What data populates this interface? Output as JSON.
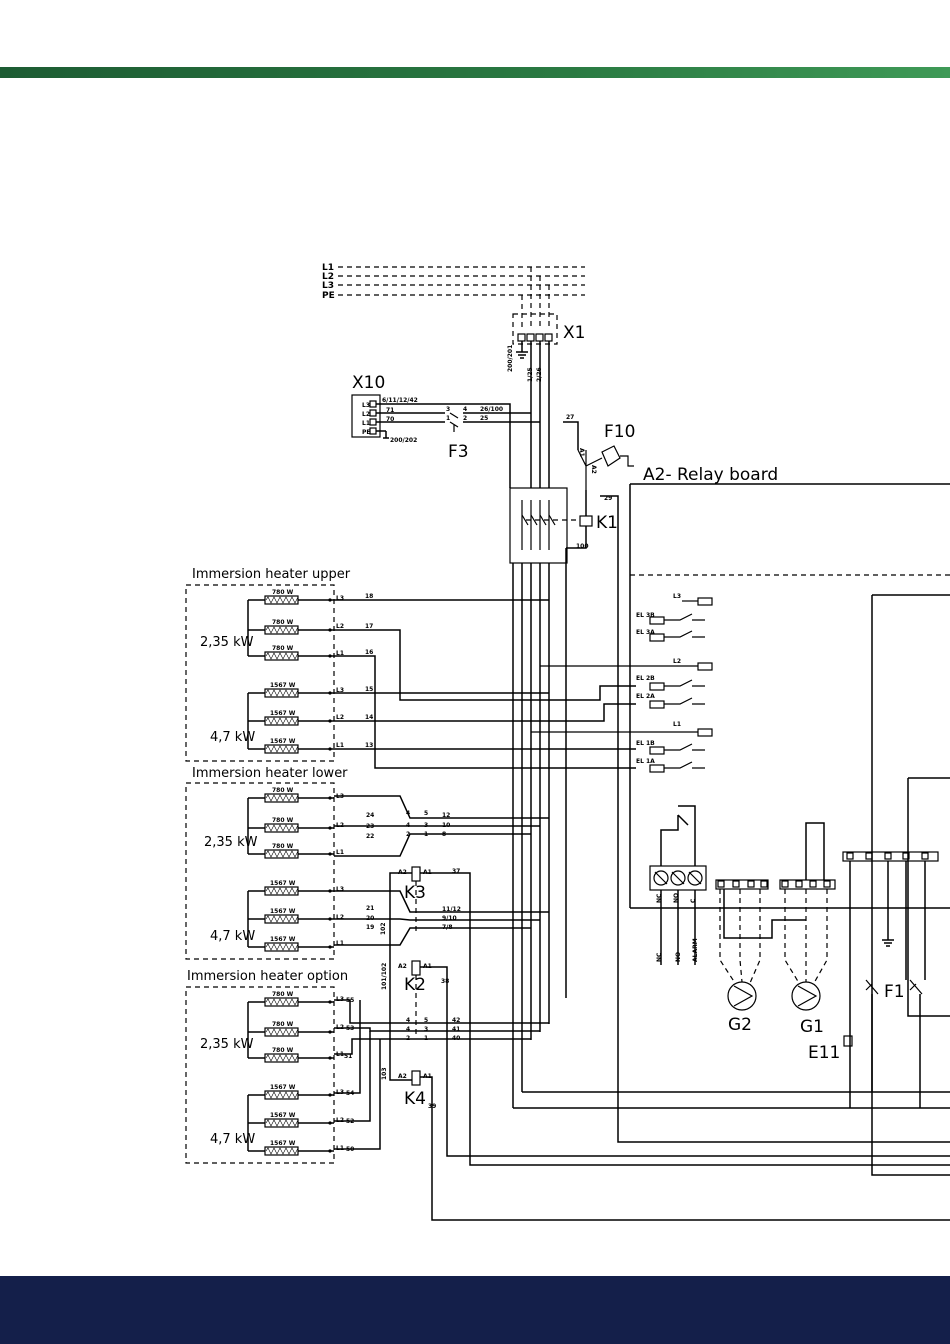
{
  "components": {
    "x1": "X1",
    "x10": "X10",
    "f3": "F3",
    "f10": "F10",
    "k1": "K1",
    "k2": "K2",
    "k3": "K3",
    "k4": "K4",
    "g1": "G1",
    "g2": "G2",
    "e11": "E11",
    "f1": "F1"
  },
  "relay_board": "A2- Relay board",
  "supply": [
    "L1",
    "L2",
    "L3",
    "PE"
  ],
  "heaters": [
    {
      "title": "Immersion heater upper",
      "group1_power": "2,35 kW",
      "group2_power": "4,7 kW"
    },
    {
      "title": "Immersion heater lower",
      "group1_power": "2,35 kW",
      "group2_power": "4,7 kW"
    },
    {
      "title": "Immersion heater option",
      "group1_power": "2,35 kW",
      "group2_power": "4,7 kW"
    }
  ],
  "element_ratings": {
    "small": "780 W",
    "large": "1567 W"
  },
  "relay_outputs": [
    "L3",
    "EL 3B",
    "EL 3A",
    "L2",
    "EL 2B",
    "EL 2A",
    "L1",
    "EL 1B",
    "EL 1A"
  ],
  "alarm_terminals": [
    "NC",
    "NO",
    "C"
  ],
  "alarm_labels": [
    "NC",
    "NO",
    "ALARM"
  ],
  "colors": {
    "top_band": "#2a7a42",
    "bottom_band": "#141f4a"
  }
}
